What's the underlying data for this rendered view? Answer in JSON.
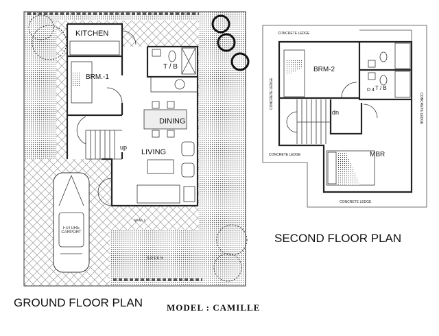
{
  "ground_floor": {
    "title": "GROUND FLOOR PLAN",
    "rooms": {
      "kitchen": "KITCHEN",
      "bedroom1": "BRM.-1",
      "toilet_bath": "T / B",
      "dining": "DINING",
      "living": "LIVING",
      "stairs_up": "up",
      "carport": "FUTURE CARPORT",
      "wall": "W A L L",
      "green": "G R E E N"
    }
  },
  "second_floor": {
    "title": "SECOND FLOOR PLAN",
    "rooms": {
      "bedroom2": "BRM-2",
      "master_bedroom": "MBR",
      "toilet_bath": "T / B",
      "stairs_down": "dn",
      "door_tag": "D 4"
    },
    "ledge_label": "CONCRETE LEDGE"
  },
  "model": "MODEL : CAMILLE"
}
